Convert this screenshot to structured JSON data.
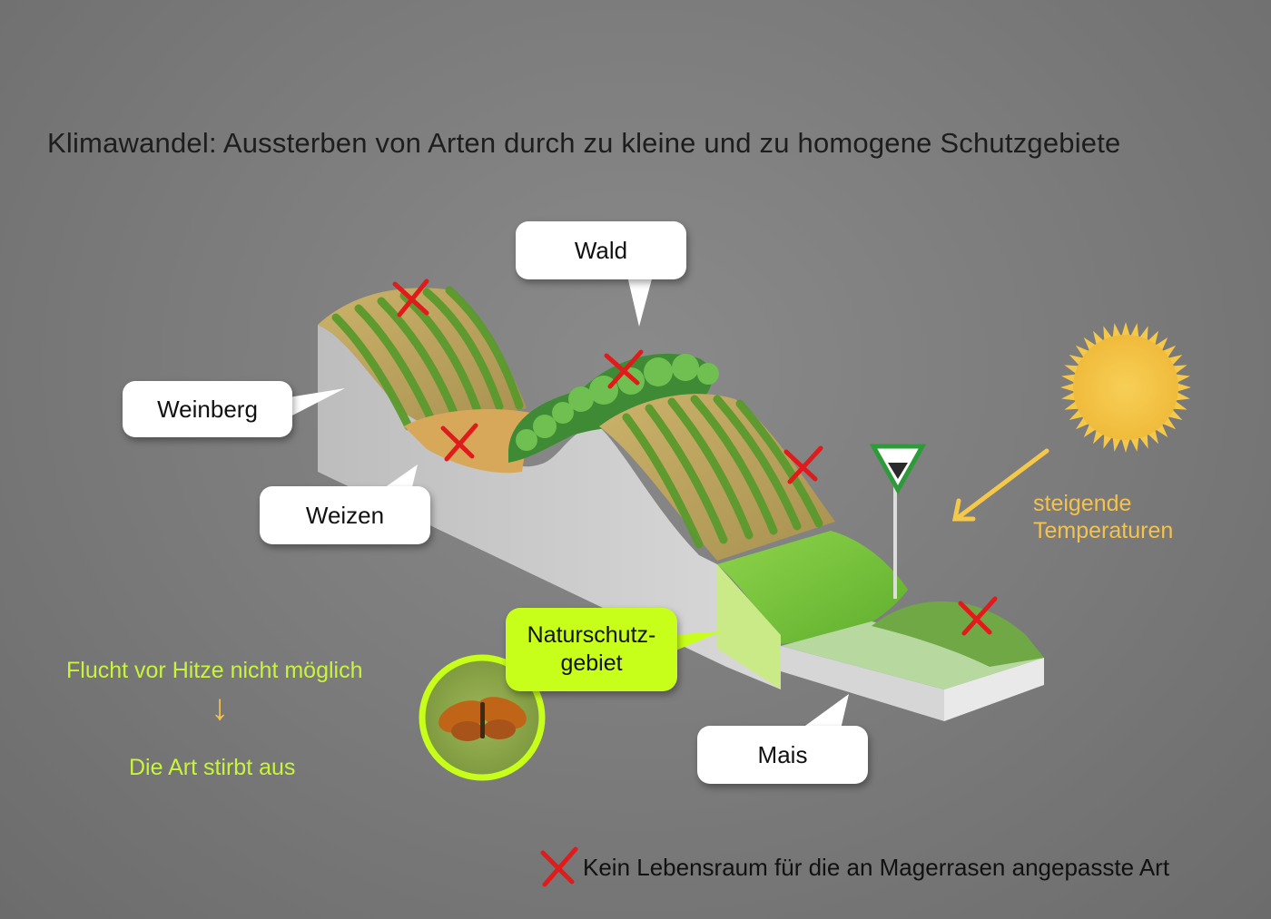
{
  "title": "Klimawandel: Aussterben von Arten durch zu kleine und zu homogene Schutzgebiete",
  "labels": {
    "wald": "Wald",
    "weinberg": "Weinberg",
    "weizen": "Weizen",
    "mais": "Mais",
    "naturschutz_line1": "Naturschutz-",
    "naturschutz_line2": "gebiet"
  },
  "temperature": {
    "line1": "steigende",
    "line2": "Temperaturen"
  },
  "consequence": {
    "line1": "Flucht vor Hitze nicht möglich",
    "arrow": "↓",
    "line2": "Die Art stirbt aus"
  },
  "legend": {
    "text": "Kein Lebensraum für die an Magerrasen angepasste Art"
  },
  "icons": [
    "sun-icon",
    "red-x-icon",
    "butterfly-icon",
    "protected-area-sign-icon",
    "arrow-icon"
  ],
  "colors": {
    "background": "#7a7a7a",
    "sun": "#f5c84a",
    "temperature_text": "#f3c24f",
    "consequence_text": "#c8f53a",
    "naturschutz_bubble": "#c8ff1a",
    "cross": "#e01b1b"
  }
}
